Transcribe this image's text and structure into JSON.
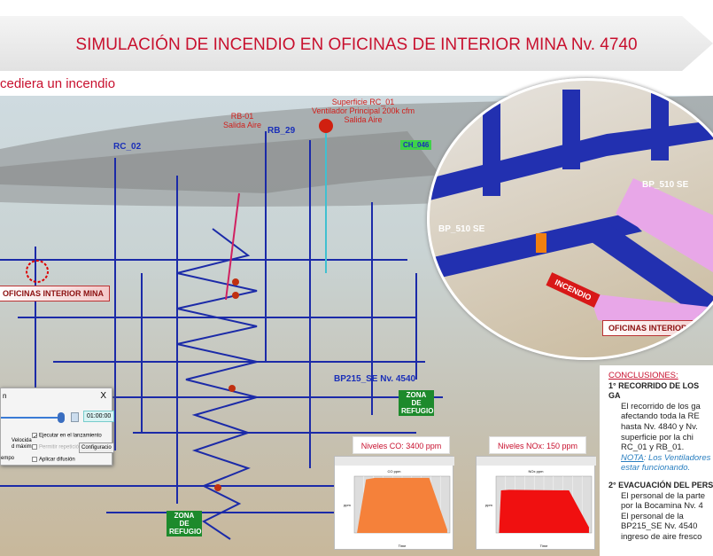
{
  "header": {
    "title": "SIMULACIÓN DE INCENDIO EN OFICINAS DE INTERIOR MINA Nv. 4740",
    "subtitle": "cediera un incendio"
  },
  "scene_labels": {
    "rb01": "RB-01",
    "rb01_sub": "Salida Aire",
    "rc01_1": "Superficie RC_01",
    "rc01_2": "Ventilador Principal 200k cfm",
    "rc01_3": "Salida Aire",
    "rc02": "RC_02",
    "rb29": "RB_29",
    "ch046": "CH_046",
    "oficinas": "OFICINAS INTERIOR MINA",
    "bp215": "BP215_SE",
    "nv4540": "Nv. 4540",
    "refugio1": "ZONA DE REFUGIO",
    "refugio2": "ZONA DE REFUGIO"
  },
  "inset": {
    "bp510_a": "BP_510 SE",
    "bp510_b": "BP_510 SE",
    "incendio": "INCENDIO",
    "oficinas": "OFICINAS INTERIOR MINA"
  },
  "dialog": {
    "title": "n",
    "close": "X",
    "time": "01:00:00",
    "speed": "Velocidad máxima",
    "speed_l1": "Velocida",
    "speed_l2": "d máxima",
    "tiempo": "empo",
    "ejecutar": "Ejecutar en el lanzamiento",
    "permitir": "Permitir repetición",
    "aplicar": "Aplicar difusión",
    "config": "Configuracio"
  },
  "conclusions": {
    "heading": "CONCLUSIONES:",
    "h1": "1° RECORRIDO DE LOS GA",
    "p1": [
      "El recorrido de los ga",
      "afectando toda la RE",
      "hasta Nv. 4840 y Nv.",
      "superficie por la chi",
      "RC_01 y RB_01."
    ],
    "note_label": "NOTA",
    "note": ": Los Ventiladores",
    "note2": "estar funcionando.",
    "h2": "2° EVACUACIÓN DEL PERS",
    "p2": [
      "El personal de la parte",
      "por la Bocamina Nv. 4",
      "El personal de la",
      "BP215_SE Nv. 4540",
      "ingreso de aire fresco"
    ]
  },
  "chart_data": [
    {
      "type": "area",
      "title": "CO ppm",
      "label": "Niveles CO: 3400 ppm",
      "xlabel": "Time",
      "ylabel": "ppm",
      "ylim": [
        0,
        3500
      ],
      "color": "#f5813a",
      "x": [
        0,
        1,
        2,
        8,
        10
      ],
      "y": [
        0,
        3300,
        3400,
        3400,
        200
      ]
    },
    {
      "type": "area",
      "title": "NOx ppm",
      "label": "Niveles NOx: 150 ppm",
      "xlabel": "Time",
      "ylabel": "ppm",
      "ylim": [
        0,
        200
      ],
      "color": "#f01010",
      "x": [
        0,
        0.2,
        1,
        7,
        9
      ],
      "y": [
        0,
        150,
        152,
        150,
        20
      ]
    }
  ]
}
